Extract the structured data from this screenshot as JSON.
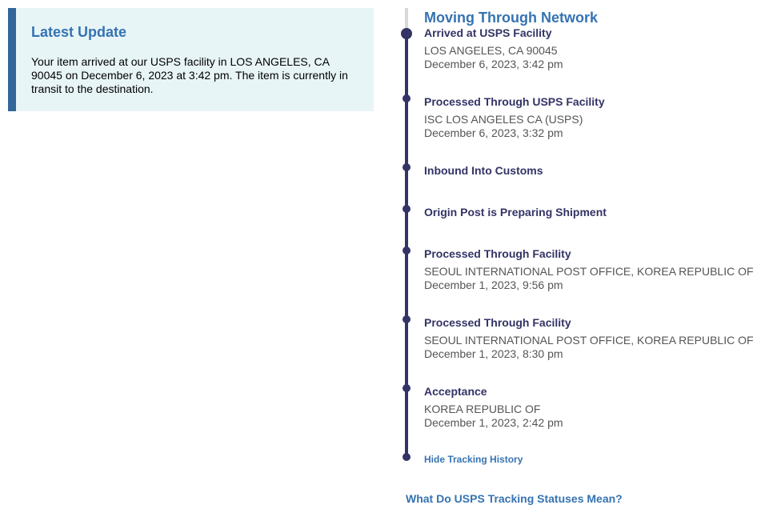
{
  "latest_update": {
    "title": "Latest Update",
    "text": "Your item arrived at our USPS facility in LOS ANGELES, CA 90045 on December 6, 2023 at 3:42 pm. The item is currently in transit to the destination."
  },
  "tracking": {
    "section_title": "Moving Through Network",
    "events": [
      {
        "status": "Arrived at USPS Facility",
        "location": "LOS ANGELES, CA 90045",
        "time": "December 6, 2023, 3:42 pm"
      },
      {
        "status": "Processed Through USPS Facility",
        "location": "ISC LOS ANGELES CA (USPS)",
        "time": "December 6, 2023, 3:32 pm"
      },
      {
        "status": "Inbound Into Customs",
        "location": "",
        "time": ""
      },
      {
        "status": "Origin Post is Preparing Shipment",
        "location": "",
        "time": ""
      },
      {
        "status": "Processed Through Facility",
        "location": "SEOUL INTERNATIONAL POST OFFICE, KOREA REPUBLIC OF",
        "time": "December 1, 2023, 9:56 pm"
      },
      {
        "status": "Processed Through Facility",
        "location": "SEOUL INTERNATIONAL POST OFFICE, KOREA REPUBLIC OF",
        "time": "December 1, 2023, 8:30 pm"
      },
      {
        "status": "Acceptance",
        "location": "KOREA REPUBLIC OF",
        "time": "December 1, 2023, 2:42 pm"
      }
    ],
    "hide_link": "Hide Tracking History"
  },
  "footer": {
    "statuses_link": "What Do USPS Tracking Statuses Mean?"
  }
}
